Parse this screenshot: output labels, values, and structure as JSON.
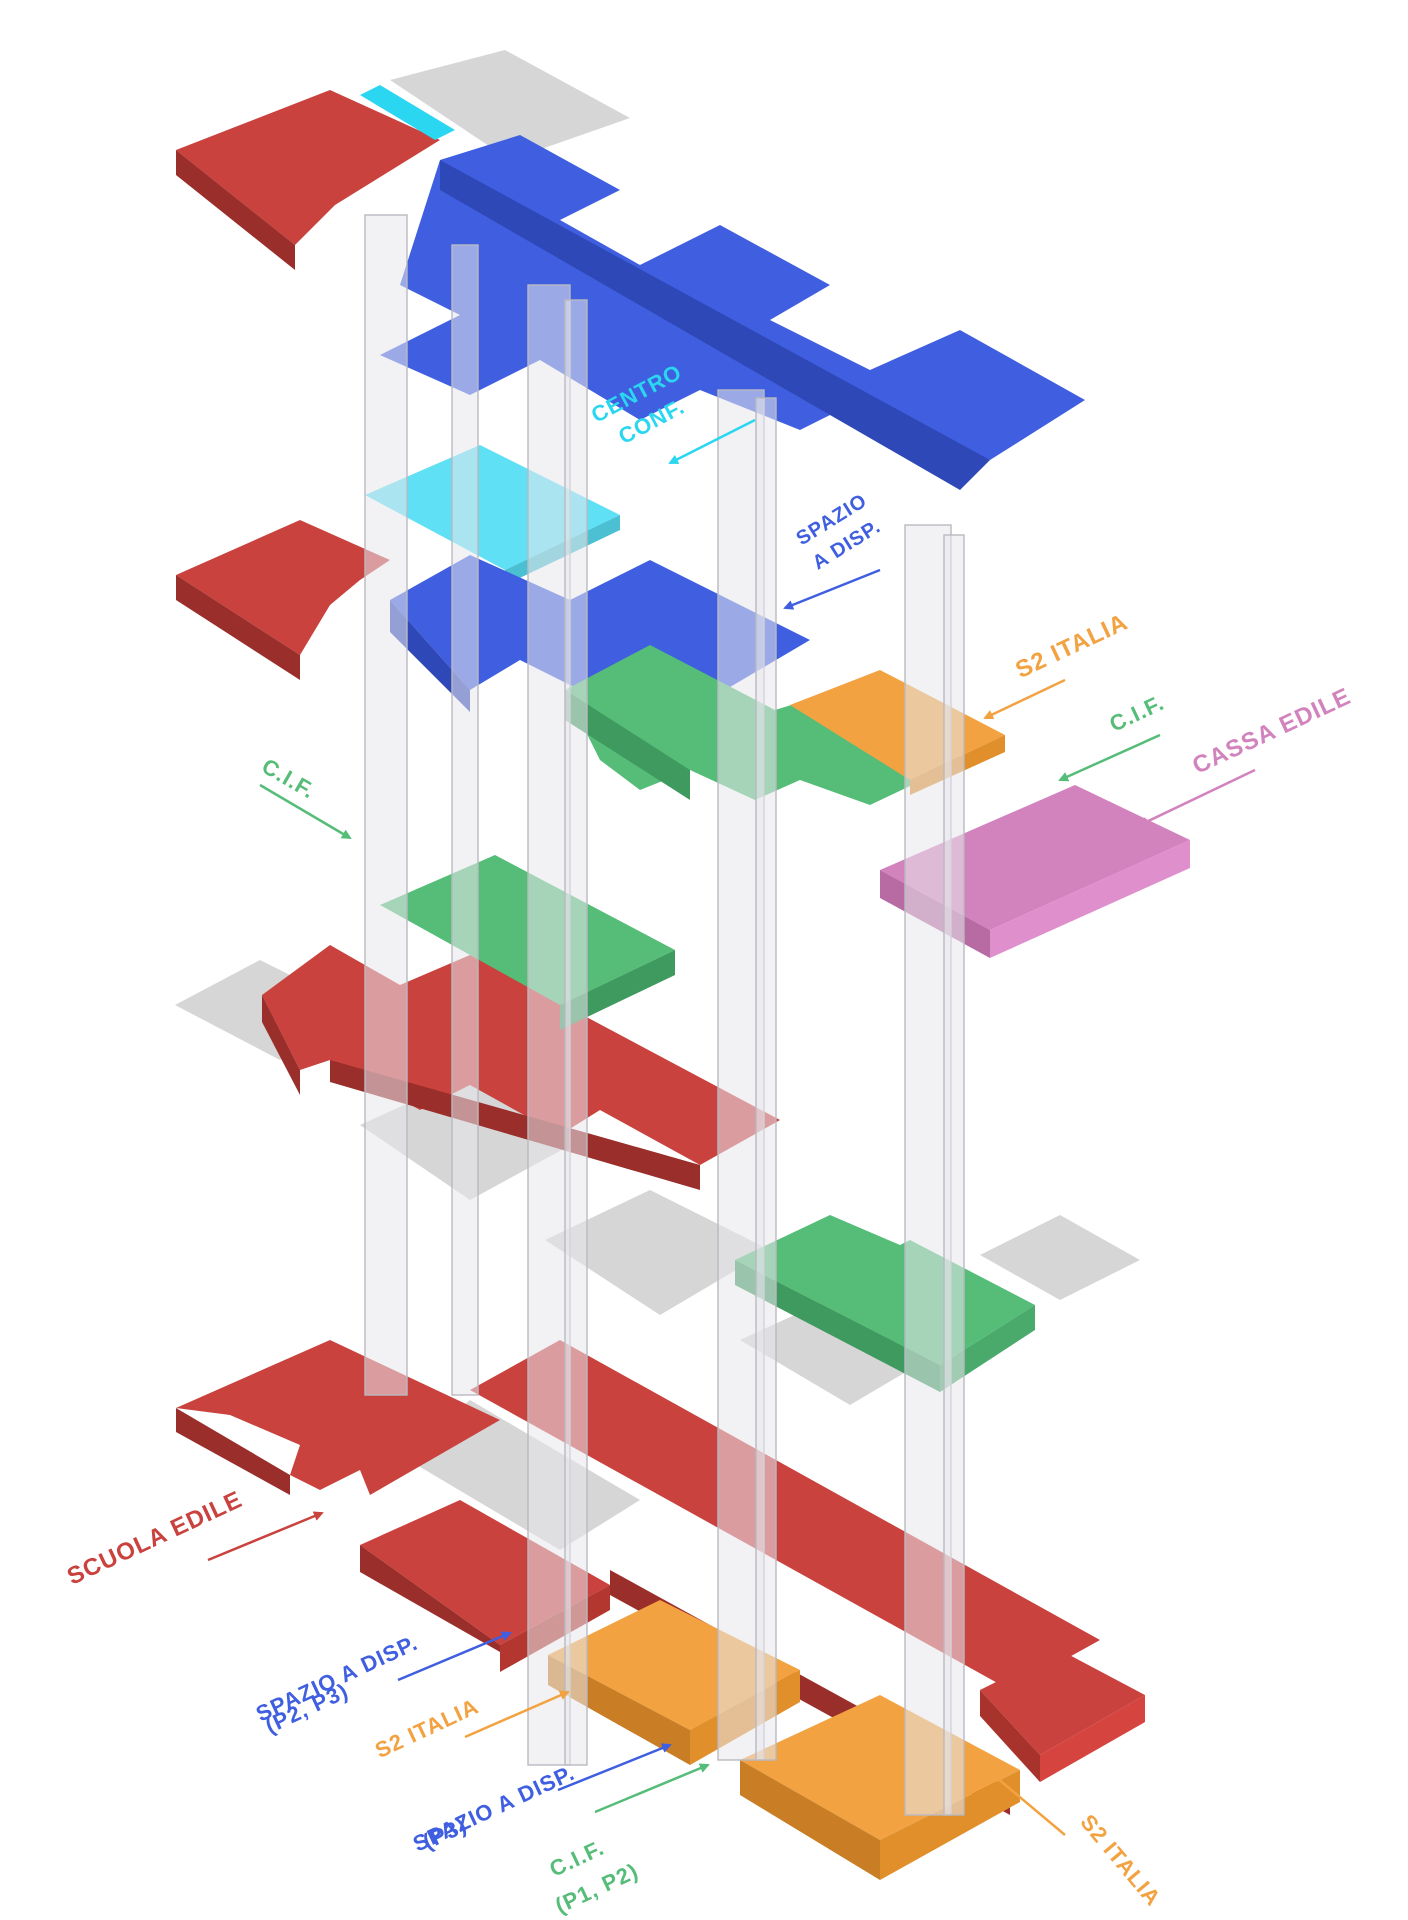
{
  "colors": {
    "scuola_edile": "#c9423e",
    "spazio_a_disp": "#3f5fe0",
    "centro_conf": "#2ad6f0",
    "cif": "#55bd78",
    "s2_italia": "#f2a240",
    "cassa_edile": "#d283bd",
    "grey_slab": "#cfcfcf"
  },
  "labels": {
    "centro_conf_1": "CENTRO",
    "centro_conf_2": "CONF.",
    "spazio_top_1": "SPAZIO",
    "spazio_top_2": "A DISP.",
    "s2_top": "S2 ITALIA",
    "cif_right": "C.I.F.",
    "cassa_edile": "CASSA EDILE",
    "cif_left": "C.I.F.",
    "scuola_edile": "SCUOLA EDILE",
    "spazio_p2p3_1": "SPAZIO A DISP.",
    "spazio_p2p3_2": "(P2, P3)",
    "s2_bottom": "S2 ITALIA",
    "spazio_p3_1": "SPAZIO A DISP.",
    "spazio_p3_2": "(P3)",
    "cif_p1p2_1": "C.I.F.",
    "cif_p1p2_2": "(P1, P2)",
    "s2_bottom_right": "S2 ITALIA"
  }
}
